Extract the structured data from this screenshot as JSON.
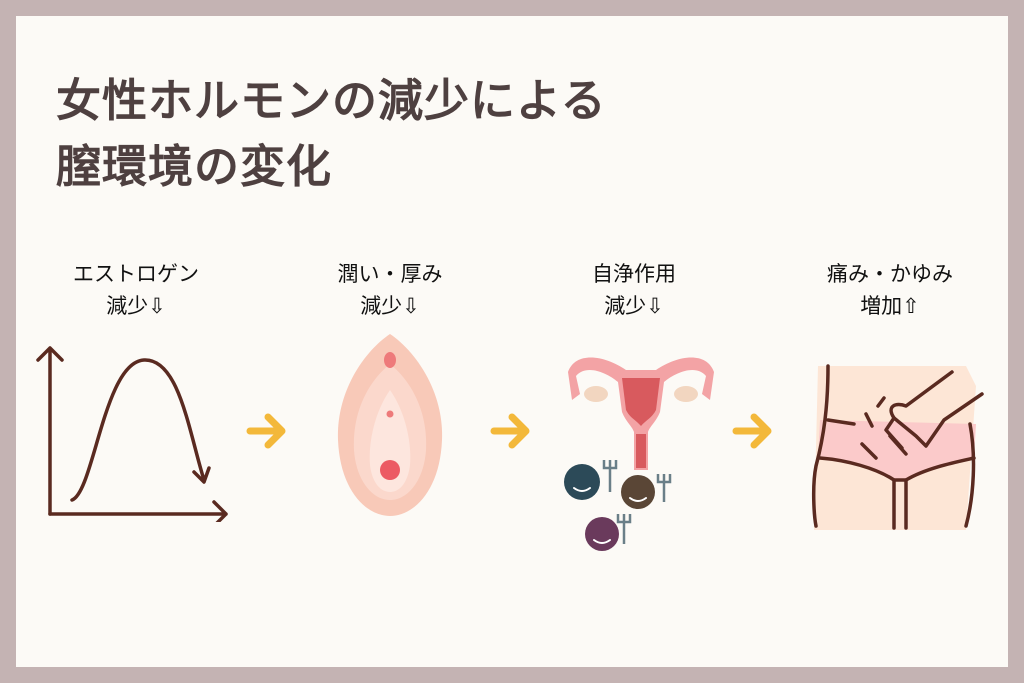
{
  "title": {
    "line1": "女性ホルモンの減少による",
    "line2": "膣環境の変化"
  },
  "steps": [
    {
      "line1": "エストロゲン",
      "line2": "減少⇩",
      "icon": "hormone-curve-graph"
    },
    {
      "line1": "潤い・厚み",
      "line2": "減少⇩",
      "icon": "vulva-illustration"
    },
    {
      "line1": "自浄作用",
      "line2": "減少⇩",
      "icon": "uterus-with-germs"
    },
    {
      "line1": "痛み・かゆみ",
      "line2": "増加⇧",
      "icon": "itchy-pelvis"
    }
  ],
  "colors": {
    "frame": "#c4b3b3",
    "background": "#fcfaf6",
    "title": "#4e4040",
    "arrow": "#f3b83a",
    "line": "#5a2a20"
  }
}
